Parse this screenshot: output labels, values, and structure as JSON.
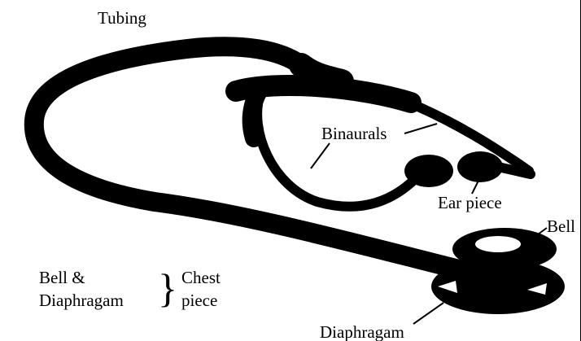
{
  "diagram": {
    "labels": {
      "tubing": "Tubing",
      "binaurals": "Binaurals",
      "ear_piece": "Ear piece",
      "bell": "Bell",
      "diaphragam": "Diaphragam",
      "legend_line1": "Bell &",
      "legend_line2": "Diaphragam",
      "brace": "}",
      "chest_line1": "Chest",
      "chest_line2": "piece"
    },
    "colors": {
      "ink": "#000000",
      "background": "#ffffff"
    }
  }
}
